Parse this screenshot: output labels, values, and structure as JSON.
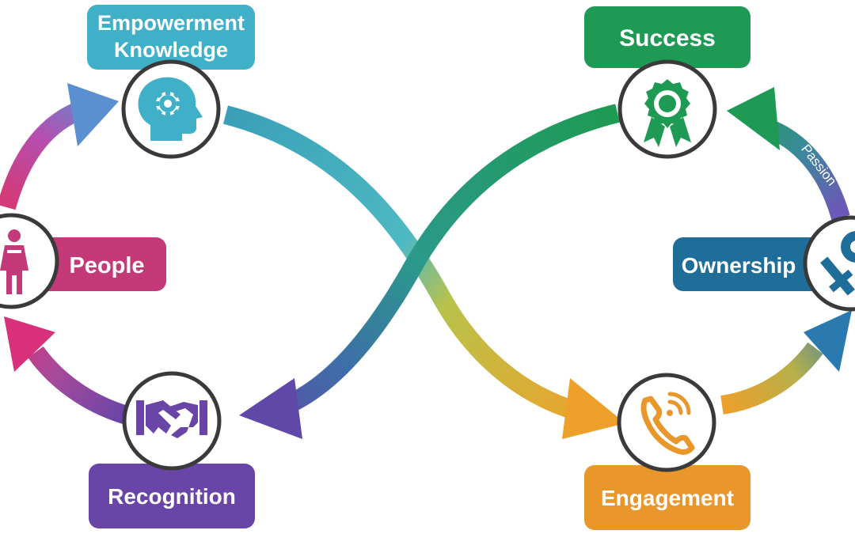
{
  "labels": {
    "empowerment_line1": "Empowerment",
    "empowerment_line2": "Knowledge",
    "success": "Success",
    "people": "People",
    "ownership": "Ownership",
    "recognition": "Recognition",
    "engagement": "Engagement",
    "passion": "Passion"
  },
  "colors": {
    "empowerment": "#3fb0c8",
    "success": "#1f9a55",
    "people": "#c43a78",
    "ownership": "#1f6e9a",
    "recognition": "#6a45a8",
    "engagement": "#e9962a",
    "ring_stroke": "#3a3a3a"
  },
  "icons": {
    "empowerment": "head-gear-icon",
    "success": "award-ribbon-icon",
    "people": "person-icon",
    "ownership": "key-icon",
    "recognition": "handshake-icon",
    "engagement": "phone-call-icon"
  }
}
